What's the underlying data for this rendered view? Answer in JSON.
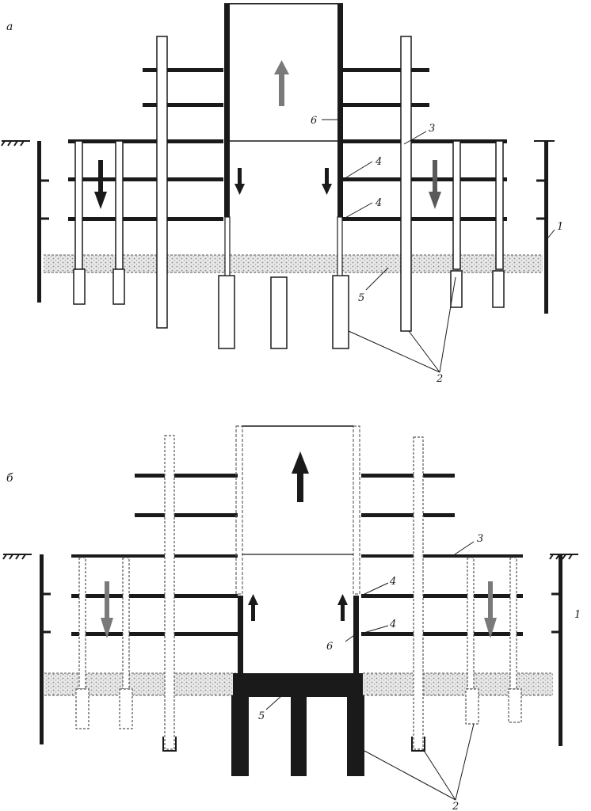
{
  "panels": [
    {
      "id": "a",
      "label": "а"
    },
    {
      "id": "b",
      "label": "б"
    }
  ],
  "callouts": {
    "n1": "1",
    "n2": "2",
    "n3": "3",
    "n4": "4",
    "n5": "5",
    "n6": "6"
  },
  "colors": {
    "structure": "#1a1a1a",
    "arrow_gray": "#7a7a7a",
    "fill_dots": "#bdbdbd"
  }
}
